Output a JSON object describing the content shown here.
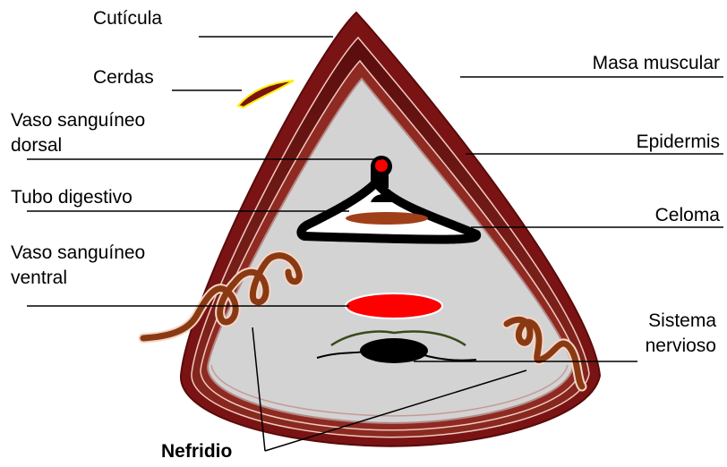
{
  "labels": {
    "cuticula": "Cutícula",
    "cerdas": "Cerdas",
    "vaso_dorsal_1": "Vaso sanguíneo",
    "vaso_dorsal_2": "dorsal",
    "tubo_digestivo": "Tubo digestivo",
    "vaso_ventral_1": "Vaso sanguíneo",
    "vaso_ventral_2": "ventral",
    "masa_muscular": "Masa muscular",
    "epidermis": "Epidermis",
    "celoma": "Celoma",
    "sistema_nervioso_1": "Sistema",
    "sistema_nervioso_2": "nervioso",
    "nefridio": "Nefridio"
  },
  "colors": {
    "muscle_dark": "#6b1010",
    "muscle_mid": "#8e2a22",
    "body_fill": "#d3d3d3",
    "epidermis_line": "#b58a86",
    "vessel_red": "#ff0000",
    "gut_brown": "#a0401a",
    "nephridium_brown": "#8a3a12",
    "bristle_yellow": "#ffee00",
    "leader_line": "#000000"
  }
}
